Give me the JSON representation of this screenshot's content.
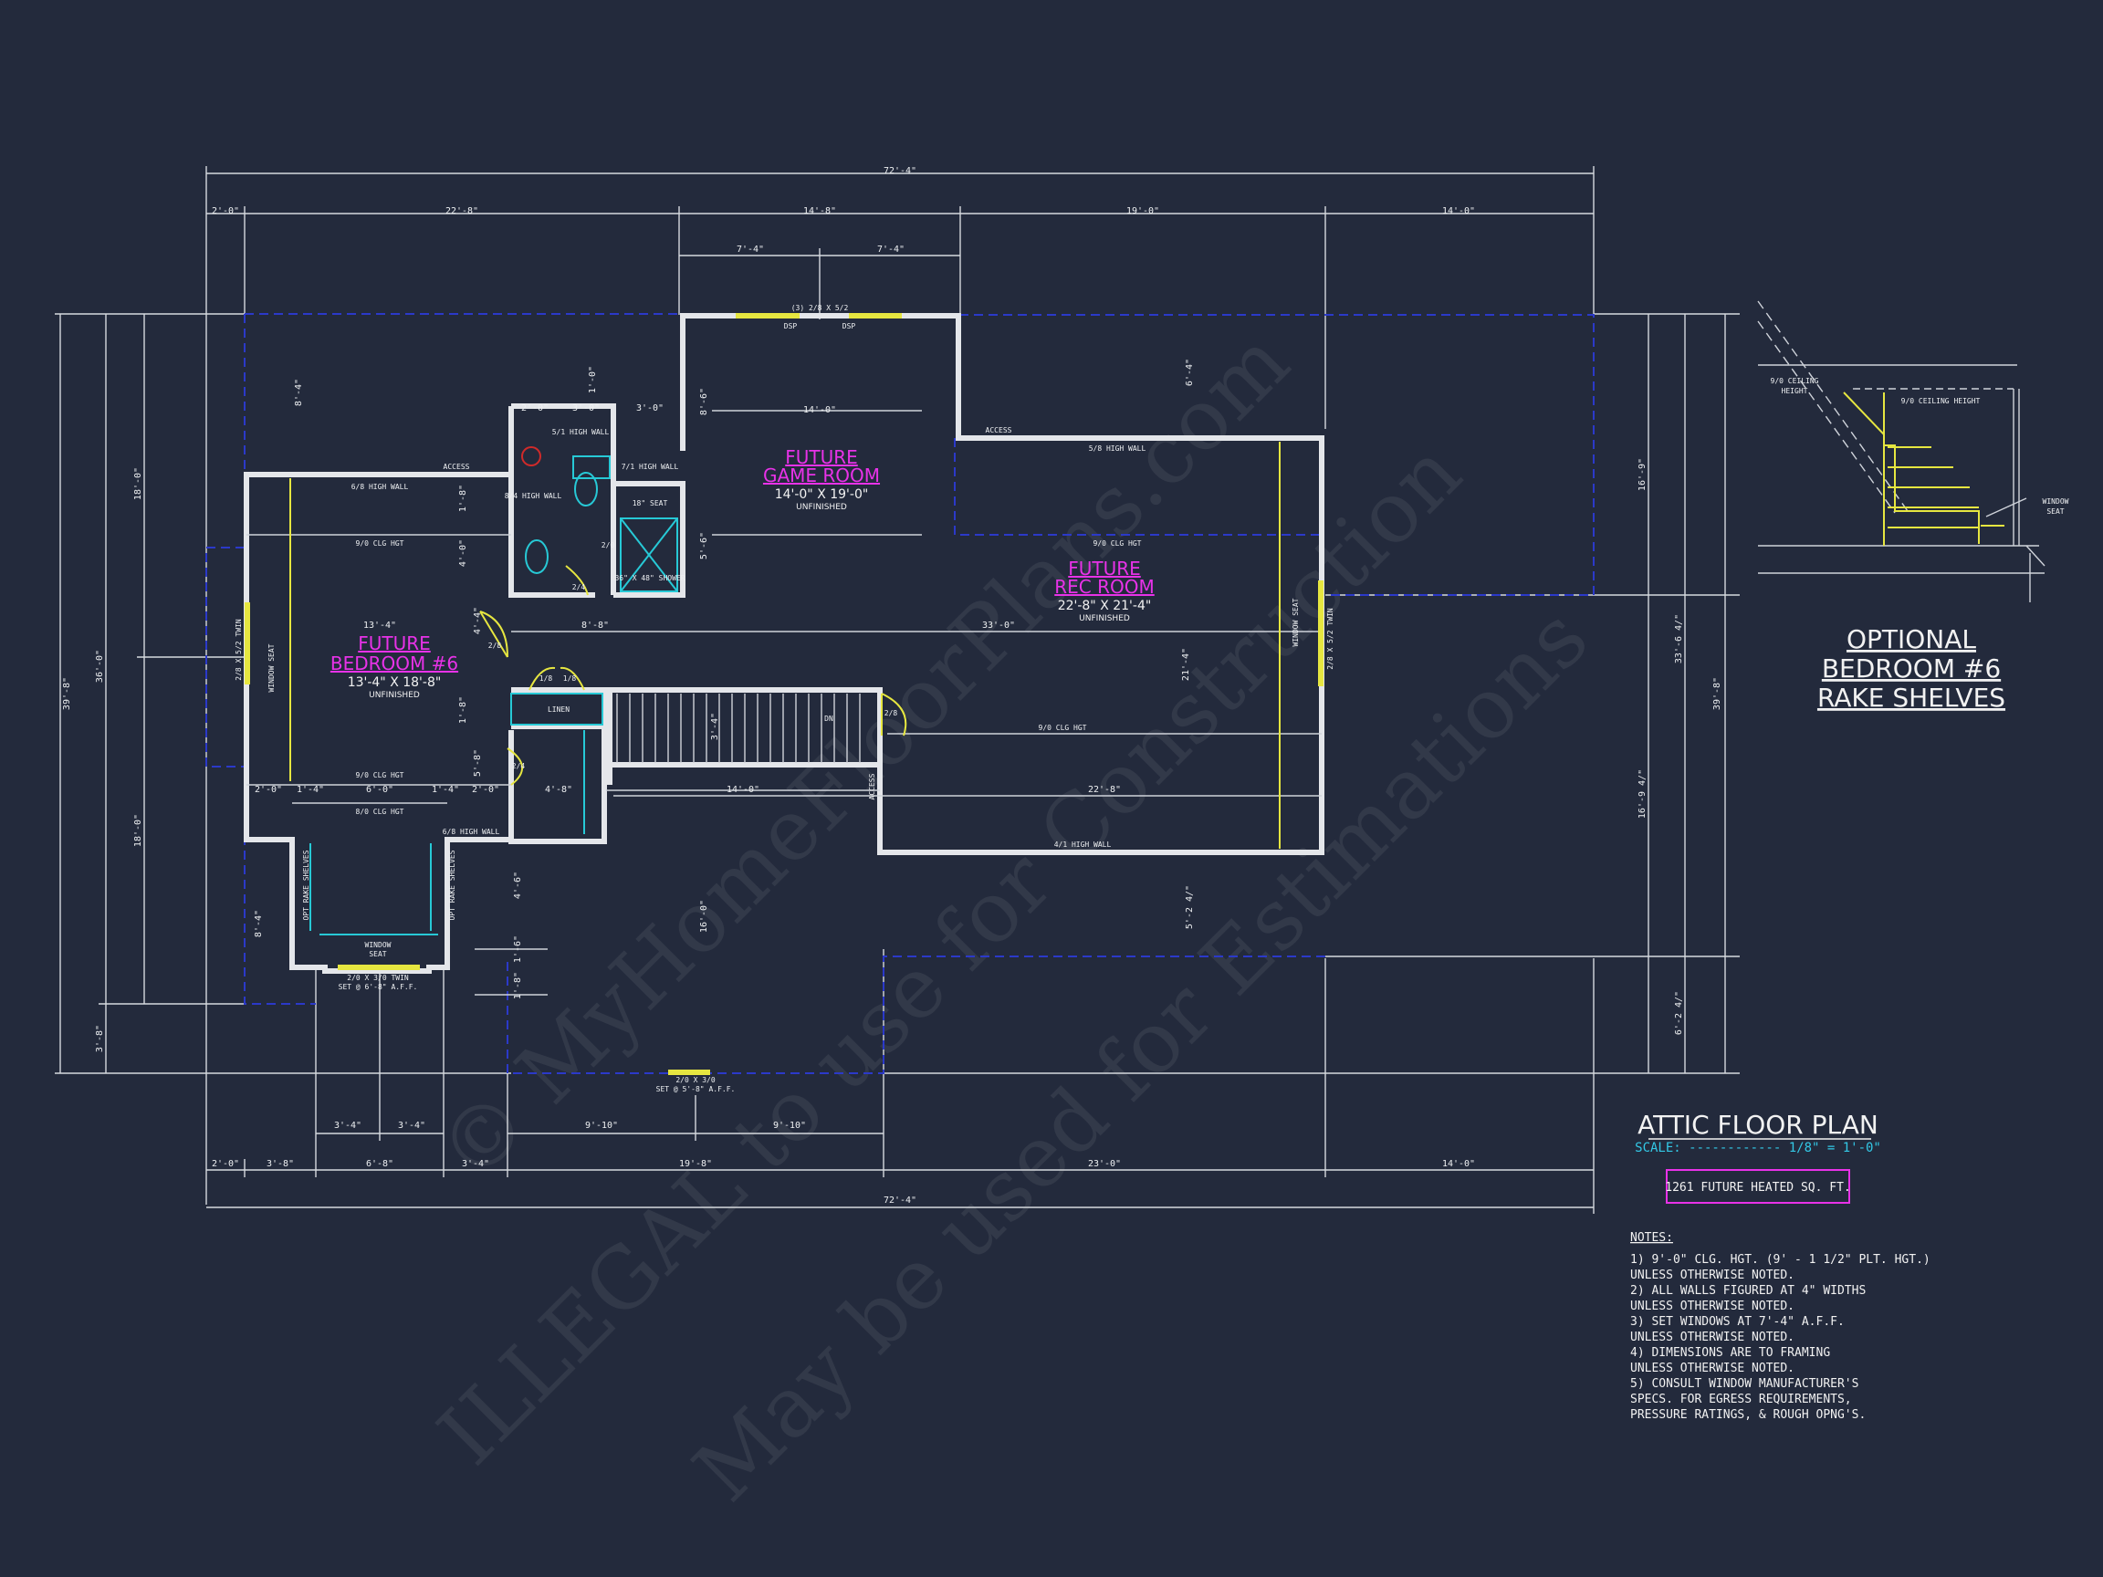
{
  "overall_dims": {
    "top": "72'-4\"",
    "bottom": "72'-4\"",
    "left": "39'-8\"",
    "right": "39'-8\""
  },
  "dims_top_row": [
    "2'-0\"",
    "22'-8\"",
    "14'-8\"",
    "19'-0\"",
    "14'-0\""
  ],
  "dims_top_sub": [
    "7'-4\"",
    "7'-4\""
  ],
  "dims_bottom_row": [
    "2'-0\"",
    "3'-8\"",
    "6'-8\"",
    "3'-4\"",
    "19'-8\"",
    "23'-0\"",
    "14'-0\""
  ],
  "dims_bottom_sub": [
    "3'-4\"",
    "3'-4\"",
    "9'-10\"",
    "9'-10\""
  ],
  "dims_left": [
    "36'-0\"",
    "18'-0\"",
    "18'-0\"",
    "3'-8\""
  ],
  "dims_right": [
    "33'-6 4/\"",
    "16'-9\"",
    "16'-9 4/\"",
    "6'-2 4/\""
  ],
  "interior_dims": [
    "8'-4\"",
    "2'-0\"",
    "3'-0\"",
    "3'-0\"",
    "1'-0\"",
    "8'-6\"",
    "14'-0\"",
    "6'-4\"",
    "1'-8\"",
    "4'-0\"",
    "5'-6\"",
    "13'-4\"",
    "8'-8\"",
    "33'-0\"",
    "4'-4\"",
    "1'-8\"",
    "3'-4\"",
    "21'-4\"",
    "5'-8\"",
    "2'-0\"",
    "1'-4\"",
    "6'-0\"",
    "1'-4\"",
    "2'-0\"",
    "4'-8\"",
    "14'-0\"",
    "22'-8\"",
    "4'-6\"",
    "16'-0\"",
    "5'-2 4/\"",
    "8'-4\"",
    "1'-6\"",
    "1'-8\""
  ],
  "rooms": {
    "game": {
      "name1": "FUTURE",
      "name2": "GAME ROOM",
      "size": "14'-0\" X 19'-0\"",
      "note": "UNFINISHED"
    },
    "rec": {
      "name1": "FUTURE",
      "name2": "REC ROOM",
      "size": "22'-8\" X 21'-4\"",
      "note": "UNFINISHED"
    },
    "bed": {
      "name1": "FUTURE",
      "name2": "BEDROOM #6",
      "size": "13'-4\" X 18'-8\"",
      "note": "UNFINISHED"
    }
  },
  "labels": {
    "windows_top": "(3) 2/8 X 5/2",
    "dsp1": "DSP",
    "dsp2": "DSP",
    "access1": "ACCESS",
    "access2": "ACCESS",
    "access3": "ACCESS",
    "wall_58_bed": "6/8 HIGH WALL",
    "wall_58_rec": "5/8 HIGH WALL",
    "wall_41": "4/1 HIGH WALL",
    "wall_68": "6/8 HIGH WALL",
    "wall_51": "5/1 HIGH WALL",
    "wall_84": "8/4 HIGH WALL",
    "wall_71": "7/1 HIGH WALL",
    "seat18": "18\" SEAT",
    "shower": "36\" X 48\" SHOWER",
    "clg_bed1": "9/0 CLG HGT",
    "clg_bed2": "9/0 CLG HGT",
    "clg_bay": "8/0 CLG HGT",
    "clg_rec1": "9/0 CLG HGT",
    "clg_rec2": "9/0 CLG HGT",
    "window_seat_left": "WINDOW SEAT",
    "window_seat_right": "WINDOW SEAT",
    "twin_left": "2/8 X 5/2 TWIN",
    "twin_right": "2/8 X 5/2 TWIN",
    "opt_rake1": "OPT RAKE SHELVES",
    "opt_rake2": "OPT RAKE SHELVES",
    "bay_seat1": "WINDOW",
    "bay_seat2": "SEAT",
    "bay_win1": "2/0 X 3/0 TWIN",
    "bay_win2": "SET @ 6'-8\" A.F.F.",
    "bottom_win1": "2/0 X 3/0",
    "bottom_win2": "SET @ 5'-8\" A.F.F.",
    "linen": "LINEN",
    "dn": "DN",
    "d24a": "2/4",
    "d24b": "2/4",
    "d28a": "2/8",
    "d28b": "2/8",
    "d20": "2/0",
    "d18a": "1/8",
    "d18b": "1/8"
  },
  "inset": {
    "title1": "OPTIONAL",
    "title2": "BEDROOM #6",
    "title3": "RAKE SHELVES",
    "label_ceiling": "9/0 CEILING HEIGHT",
    "label_ceiling2": "9/0 CEILING",
    "label_ceiling3": "HEIGHT",
    "label_window1": "WINDOW",
    "label_window2": "SEAT"
  },
  "title_block": {
    "title": "ATTIC FLOOR PLAN",
    "scale": "SCALE: ------------ 1/8\" = 1'-0\"",
    "area": "1261 FUTURE HEATED SQ. FT."
  },
  "notes": {
    "heading": "NOTES:",
    "lines": [
      "1) 9'-0\"  CLG. HGT. (9' - 1 1/2\" PLT. HGT.)",
      "    UNLESS OTHERWISE NOTED.",
      "2) ALL  WALLS FIGURED AT 4\" WIDTHS",
      "    UNLESS OTHERWISE NOTED.",
      "3) SET WINDOWS AT 7'-4\" A.F.F.",
      "    UNLESS OTHERWISE NOTED.",
      "4) DIMENSIONS ARE TO FRAMING",
      "    UNLESS OTHERWISE NOTED.",
      "5) CONSULT WINDOW MANUFACTURER'S",
      "    SPECS. FOR EGRESS REQUIREMENTS,",
      "    PRESSURE RATINGS, & ROUGH OPNG'S."
    ]
  },
  "watermark": {
    "line1": "© MyHomeFloorPlans.com",
    "line2": "ILLEGAL to use for Construction",
    "line3": "May be used for Estimations"
  }
}
